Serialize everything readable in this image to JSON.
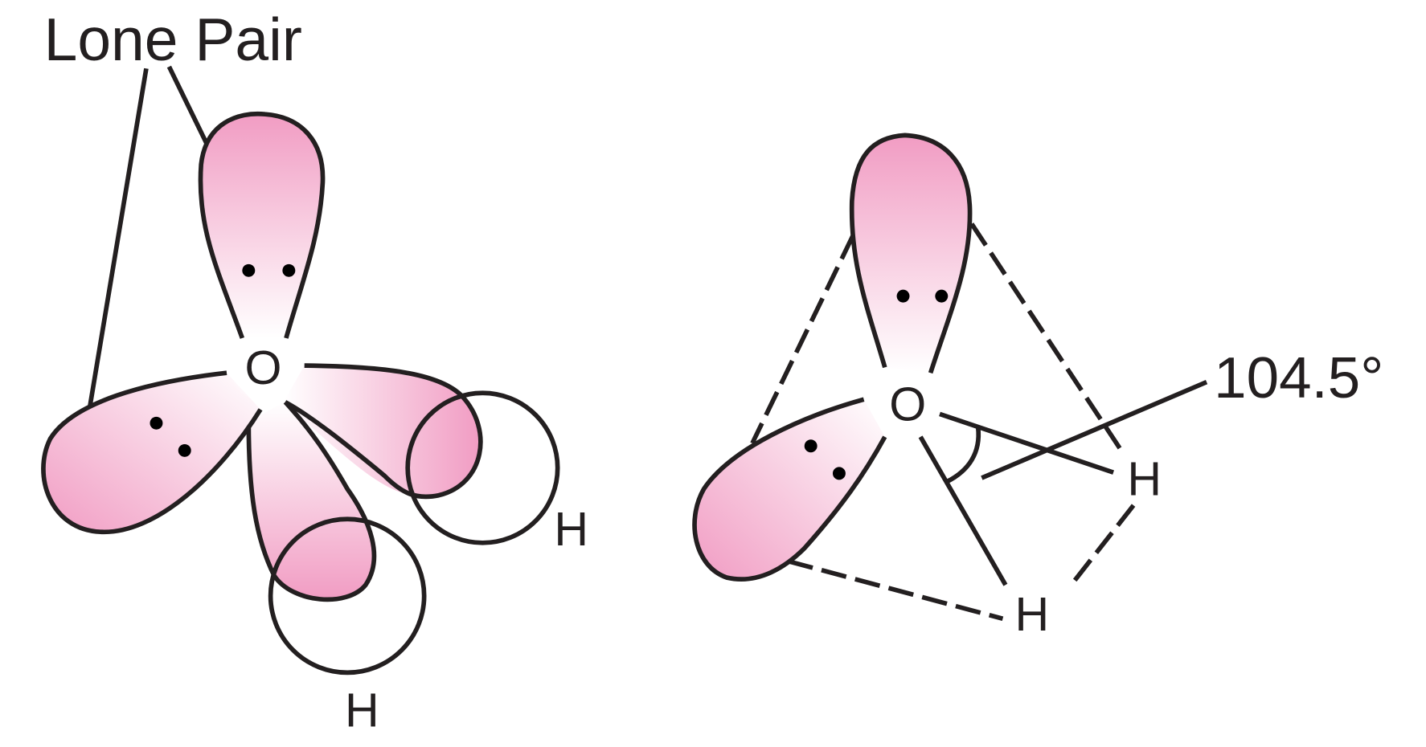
{
  "diagram": {
    "subject": "Water molecule (H2O) sp3 hybrid orbital geometry",
    "left_panel": {
      "label": "Lone Pair",
      "central_atom": "O",
      "hydrogen_labels": [
        "H",
        "H"
      ],
      "lone_pair_count": 2
    },
    "right_panel": {
      "central_atom": "O",
      "hydrogen_labels": [
        "H",
        "H"
      ],
      "bond_angle_label": "104.5°",
      "lone_pair_count": 2,
      "geometry": "tetrahedral (dashed edges), bent molecular shape"
    },
    "colors": {
      "lone_pair_orbital": "#f19cc3",
      "orbital_center": "#ffffff",
      "hydrogen_sphere": "#b8babb",
      "hydrogen_highlight": "#ffffff",
      "stroke": "#231f20"
    }
  }
}
